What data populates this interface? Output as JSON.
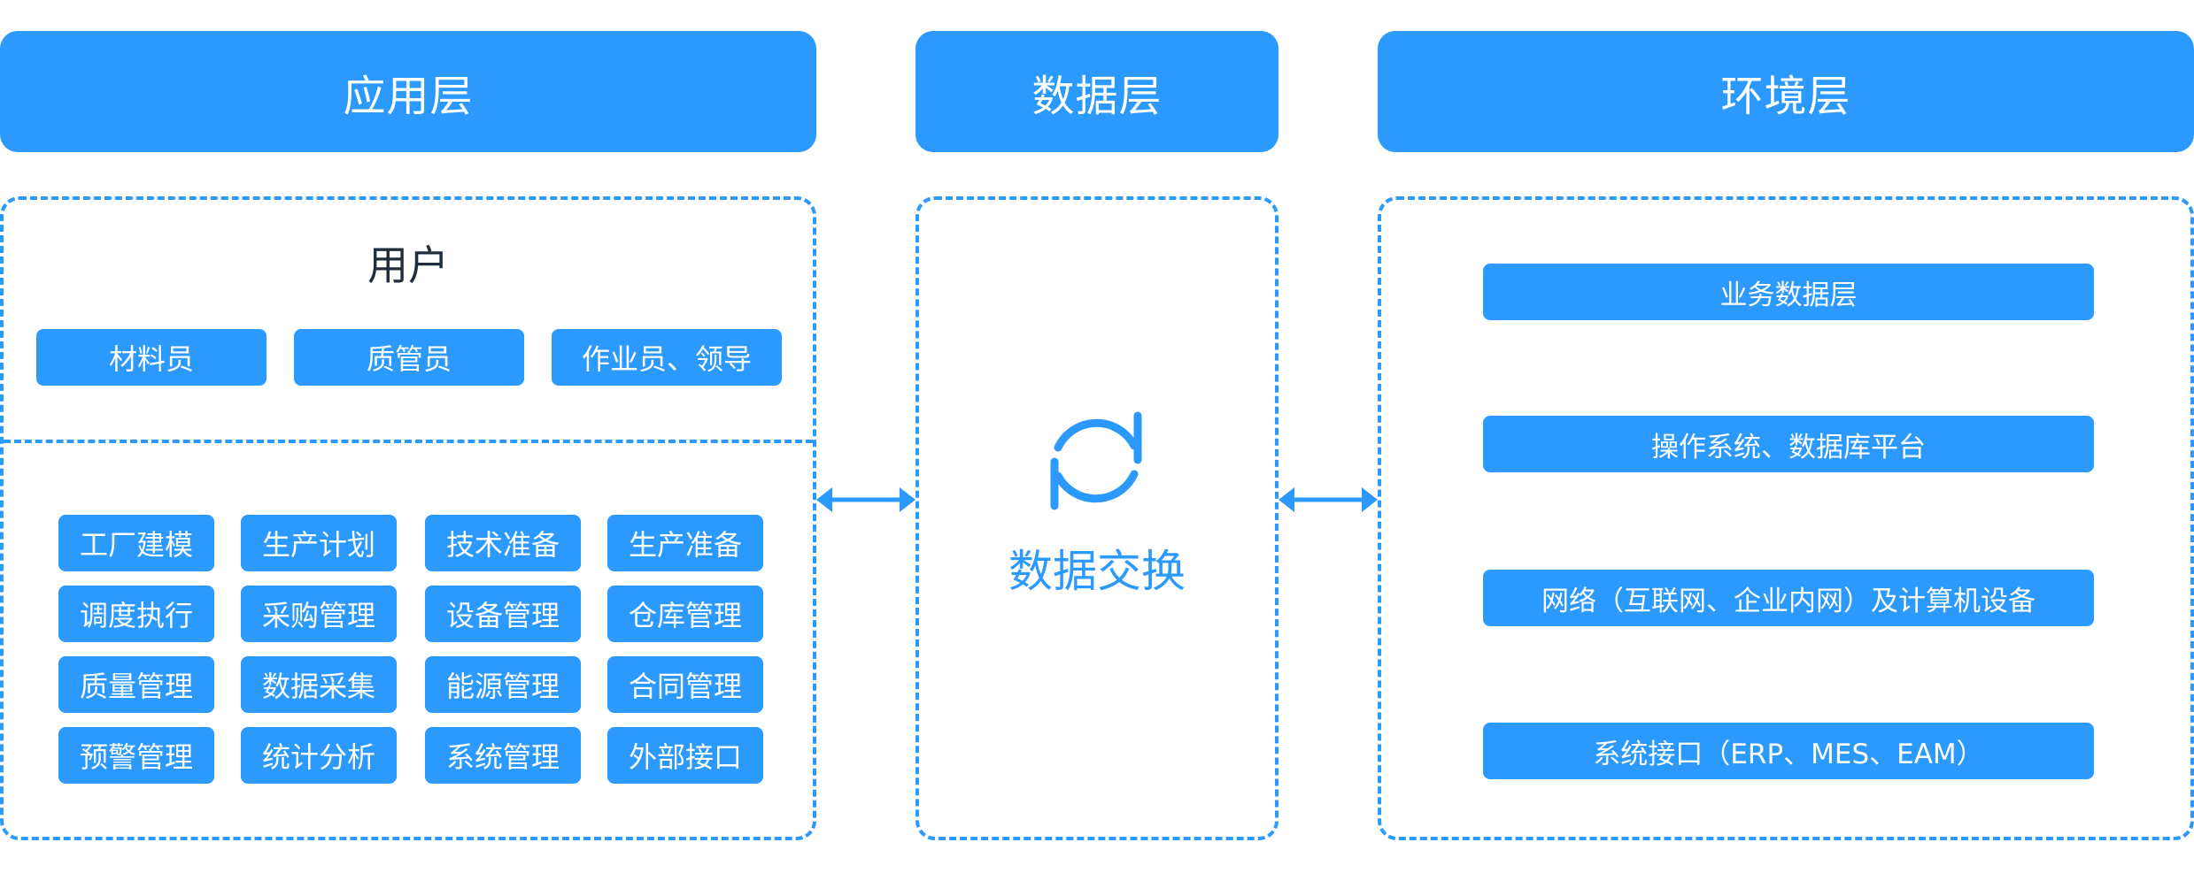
{
  "headers": {
    "application": "应用层",
    "data": "数据层",
    "environment": "环境层"
  },
  "application": {
    "users_title": "用户",
    "users": [
      "材料员",
      "质管员",
      "作业员、领导"
    ],
    "modules": [
      [
        "工厂建模",
        "生产计划",
        "技术准备",
        "生产准备"
      ],
      [
        "调度执行",
        "采购管理",
        "设备管理",
        "仓库管理"
      ],
      [
        "质量管理",
        "数据采集",
        "能源管理",
        "合同管理"
      ],
      [
        "预警管理",
        "统计分析",
        "系统管理",
        "外部接口"
      ]
    ]
  },
  "data_layer": {
    "icon": "refresh-cycle-icon",
    "label": "数据交换"
  },
  "environment": {
    "items": [
      "业务数据层",
      "操作系统、数据库平台",
      "网络（互联网、企业内网）及计算机设备",
      "系统接口（ERP、MES、EAM）"
    ]
  },
  "colors": {
    "accent": "#2b99fd",
    "dark_text": "#1f2d3d",
    "chip_text": "#ffffff"
  }
}
